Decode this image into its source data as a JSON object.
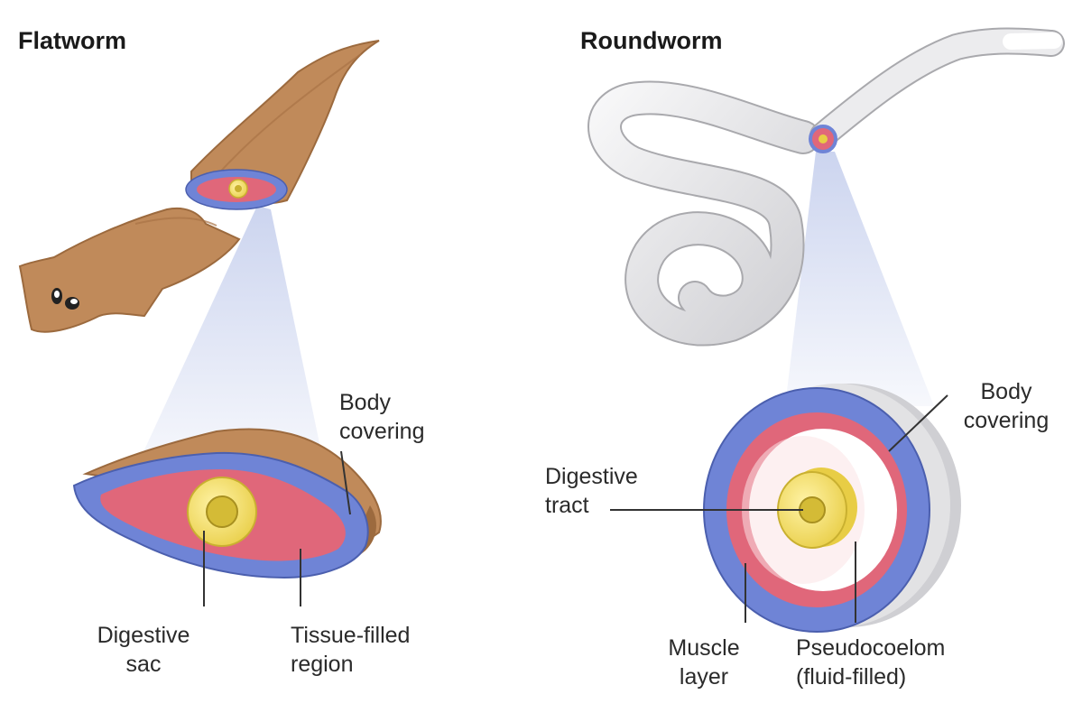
{
  "flatworm": {
    "title": "Flatworm",
    "labels": {
      "body_covering": [
        "Body",
        "covering"
      ],
      "digestive_sac": [
        "Digestive",
        "sac"
      ],
      "tissue_filled": [
        "Tissue-filled",
        "region"
      ]
    }
  },
  "roundworm": {
    "title": "Roundworm",
    "labels": {
      "body_covering": [
        "Body",
        "covering"
      ],
      "digestive_tract": [
        "Digestive",
        "tract"
      ],
      "muscle_layer": [
        "Muscle",
        "layer"
      ],
      "pseudocoelom": [
        "Pseudocoelom",
        "(fluid-filled)"
      ]
    }
  },
  "colors": {
    "flatworm_body": "#c08a5a",
    "flatworm_shadow": "#9c6a3e",
    "covering_blue": "#6f84d6",
    "tissue_red": "#e0677a",
    "gut_yellow": "#f2dd6a",
    "gut_yellow_dark": "#c9b030",
    "roundworm_body": "#e6e6e8",
    "roundworm_outline": "#a9a9ad",
    "pseudocoelom_white": "#ffffff",
    "magnifier_beam": "#c9d2ee",
    "leader_line": "#333333"
  }
}
